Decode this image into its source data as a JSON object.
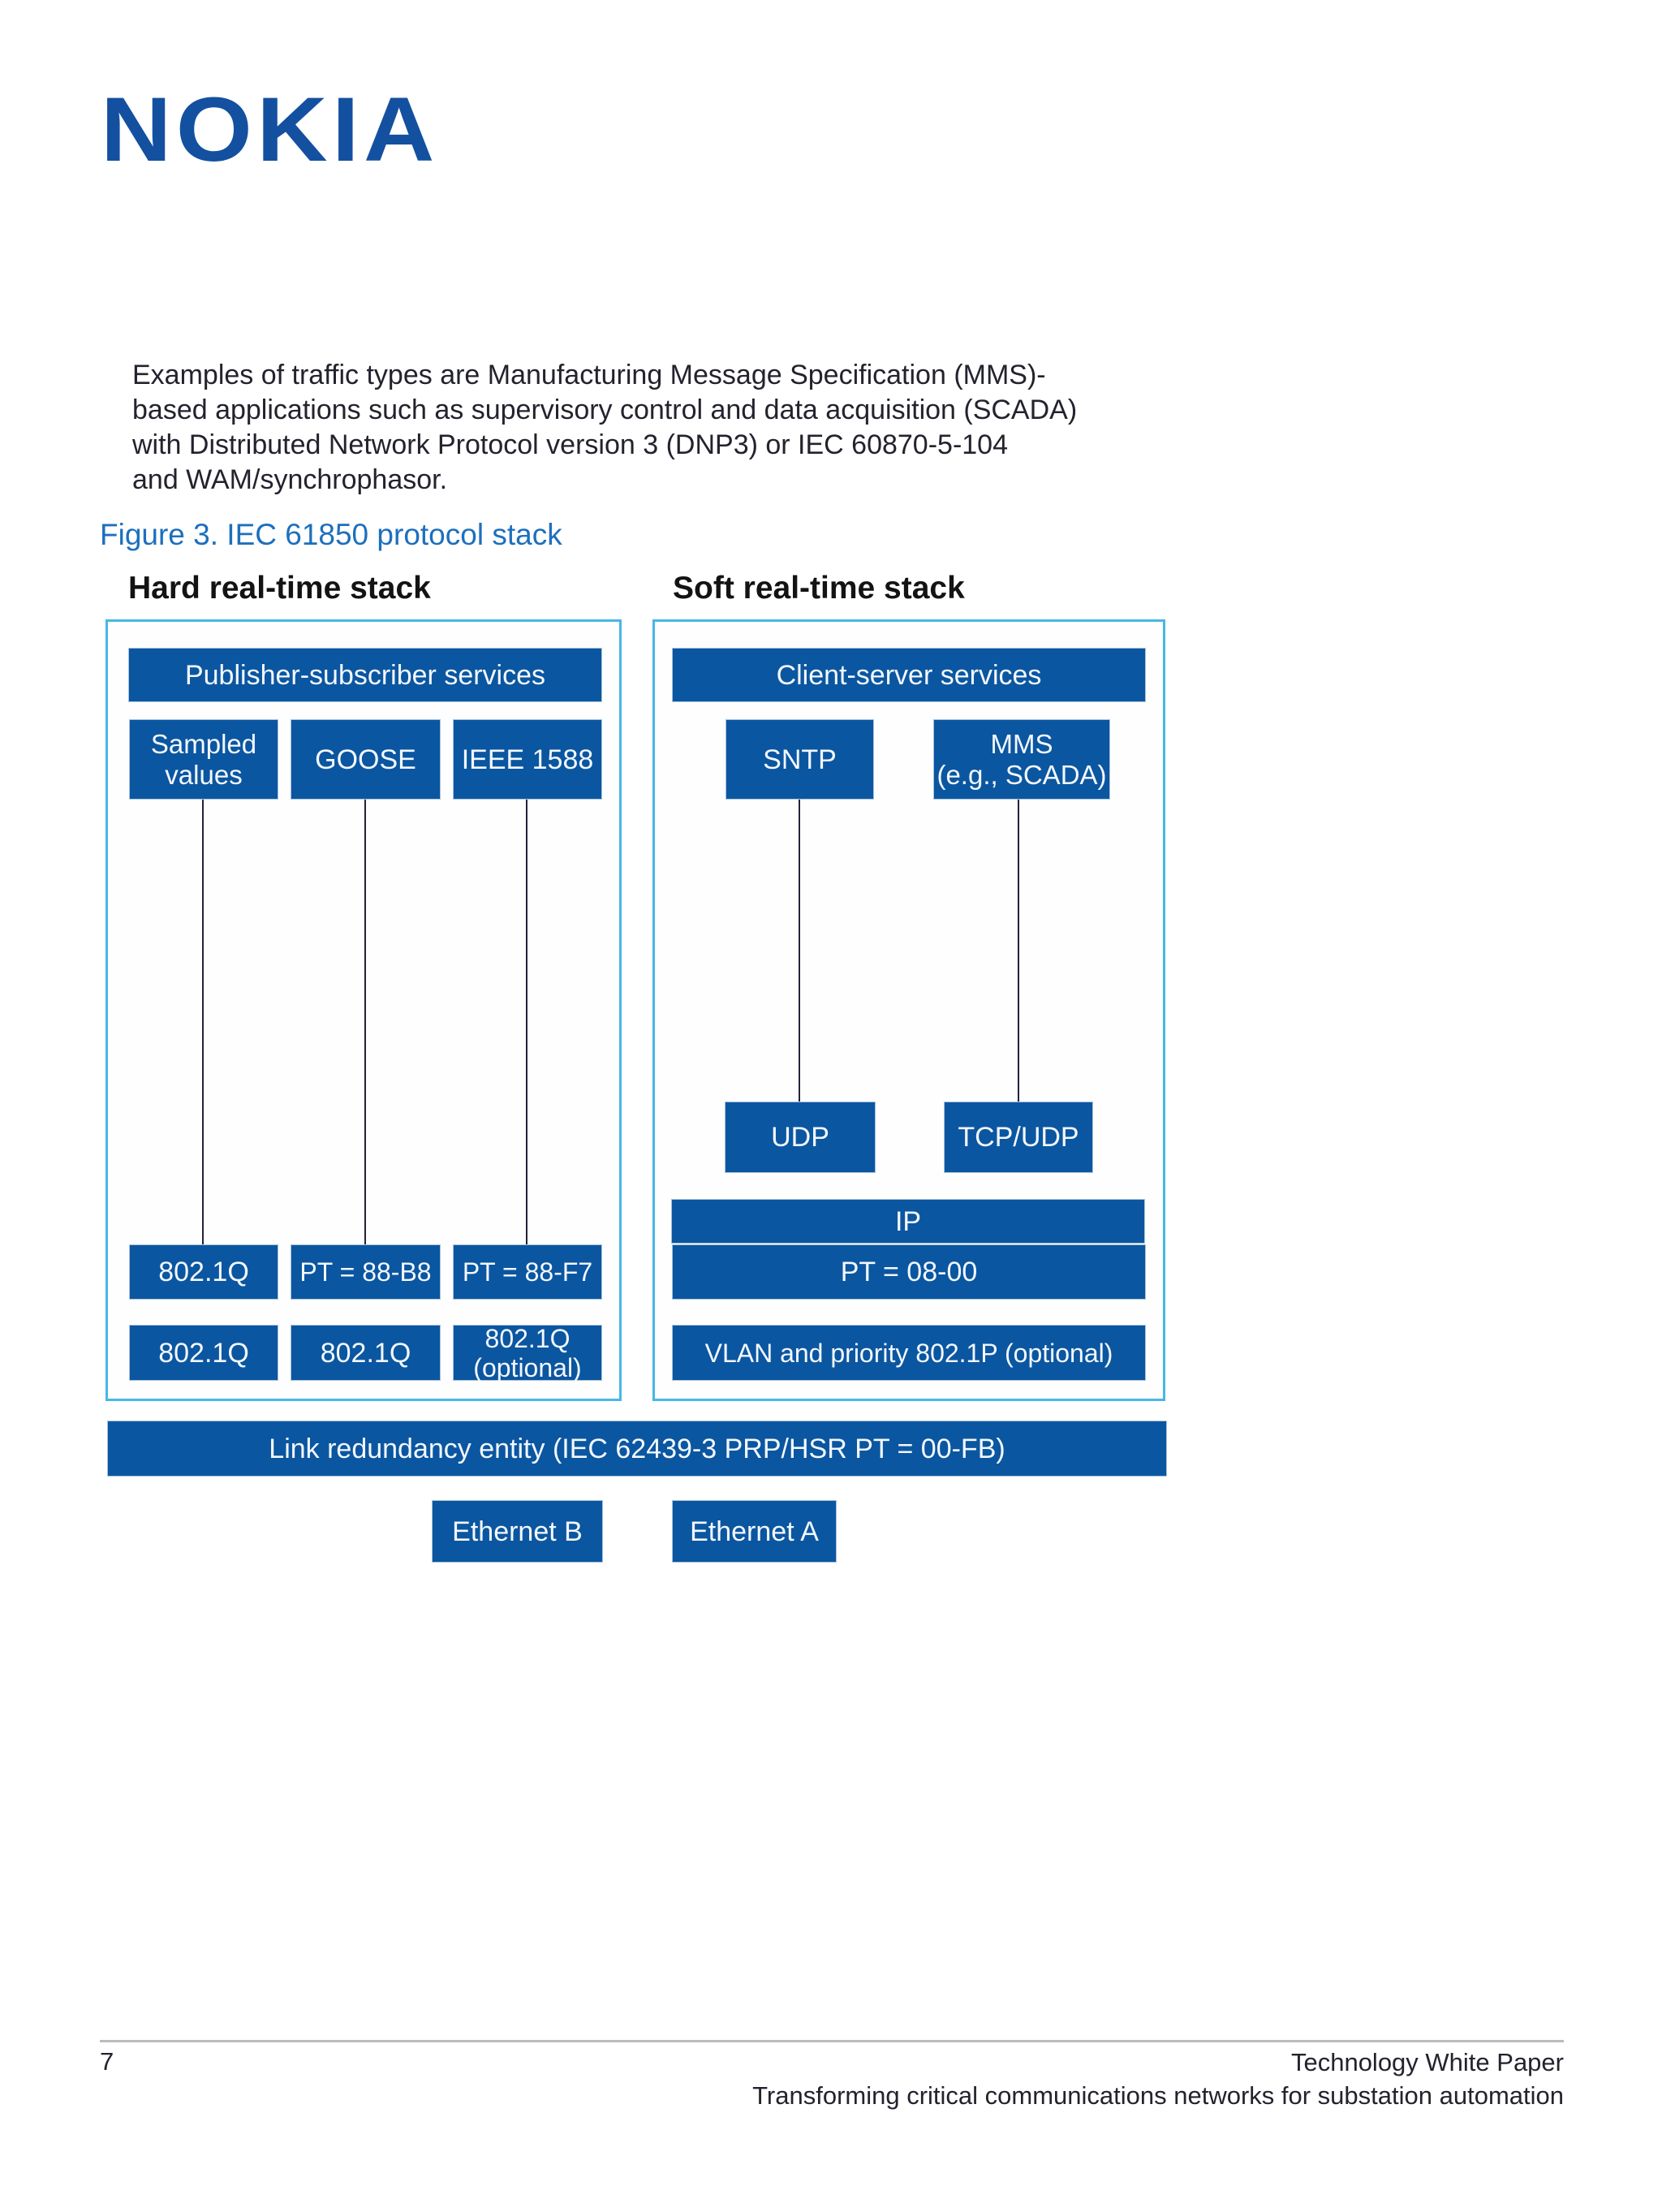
{
  "page": {
    "logo_text": "NOKIA",
    "paragraph_lines": [
      "Examples of traffic types are Manufacturing Message Specification (MMS)-",
      "based applications such as supervisory control and data acquisition (SCADA)",
      "with Distributed Network Protocol version 3 (DNP3) or IEC 60870-5-104",
      "and WAM/synchrophasor."
    ],
    "figure_caption": "Figure 3. IEC 61850 protocol stack"
  },
  "diagram": {
    "hard_stack": {
      "title": "Hard real-time stack",
      "services_bar": "Publisher-subscriber services",
      "app_boxes": [
        "Sampled\nvalues",
        "GOOSE",
        "IEEE 1588"
      ],
      "pt_row": [
        "802.1Q",
        "PT = 88-B8",
        "PT = 88-F7"
      ],
      "vlan_row": [
        "802.1Q",
        "802.1Q",
        "802.1Q\n(optional)"
      ]
    },
    "soft_stack": {
      "title": "Soft real-time stack",
      "services_bar": "Client-server services",
      "app_boxes": [
        "SNTP",
        "MMS\n(e.g., SCADA)"
      ],
      "transport_boxes": [
        "UDP",
        "TCP/UDP"
      ],
      "ip_bar": "IP",
      "pt_bar": "PT = 08-00",
      "vlan_bar": "VLAN and priority 802.1P (optional)"
    },
    "link_redundancy_bar": "Link redundancy entity (IEC 62439-3 PRP/HSR PT = 00-FB)",
    "ethernet_boxes": [
      "Ethernet B",
      "Ethernet A"
    ]
  },
  "footer": {
    "page_number": "7",
    "doc_type": "Technology White Paper",
    "doc_title": "Transforming critical communications networks for substation automation"
  },
  "colors": {
    "box_blue": "#0b56a0",
    "panel_border_blue": "#47b7e6",
    "caption_blue": "#1d6fbd",
    "logo_blue": "#1450a0",
    "text_dark": "#23232e",
    "footer_rule_gray": "#bcbcbc"
  }
}
